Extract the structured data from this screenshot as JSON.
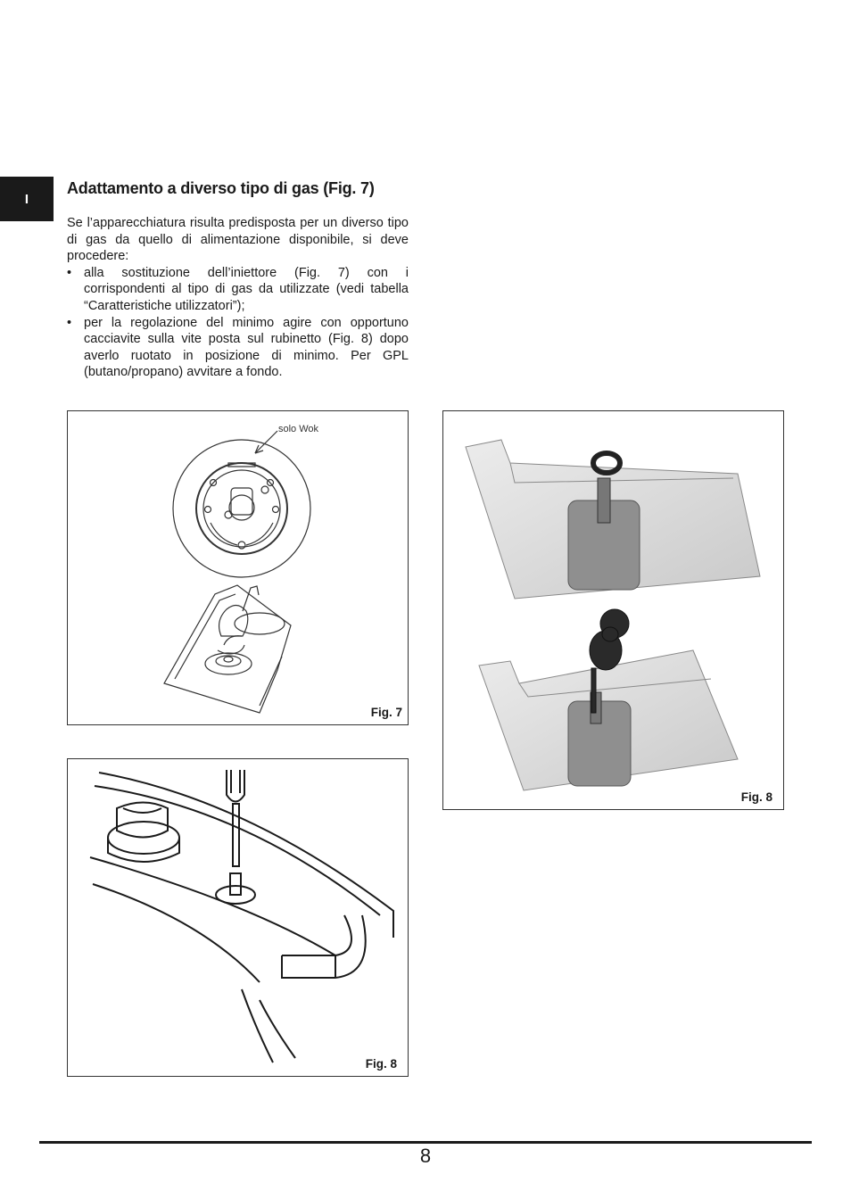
{
  "section_tab": "I",
  "heading": "Adattamento a diverso tipo di gas (Fig. 7)",
  "intro": "Se l’apparecchiatura risulta predisposta per un diverso tipo di gas da quello di alimentazione disponibile, si deve procedere:",
  "bullet_symbol": "•",
  "bullets": [
    "alla sostituzione dell’iniettore (Fig. 7) con i corrispondenti al tipo di gas da utilizzate (vedi tabella “Caratteristiche utilizzatori”);",
    "per la regolazione del minimo agire con opportuno cacciavite sulla vite posta sul rubinetto (Fig. 8) dopo averlo ruotato in posizione di minimo. Per GPL (butano/propano) avvitare a fondo."
  ],
  "figures": {
    "fig7": {
      "caption": "Fig. 7",
      "callout": "solo Wok"
    },
    "fig8_left": {
      "caption": "Fig. 8"
    },
    "fig8_right": {
      "caption": "Fig. 8"
    }
  },
  "page_number": "8"
}
